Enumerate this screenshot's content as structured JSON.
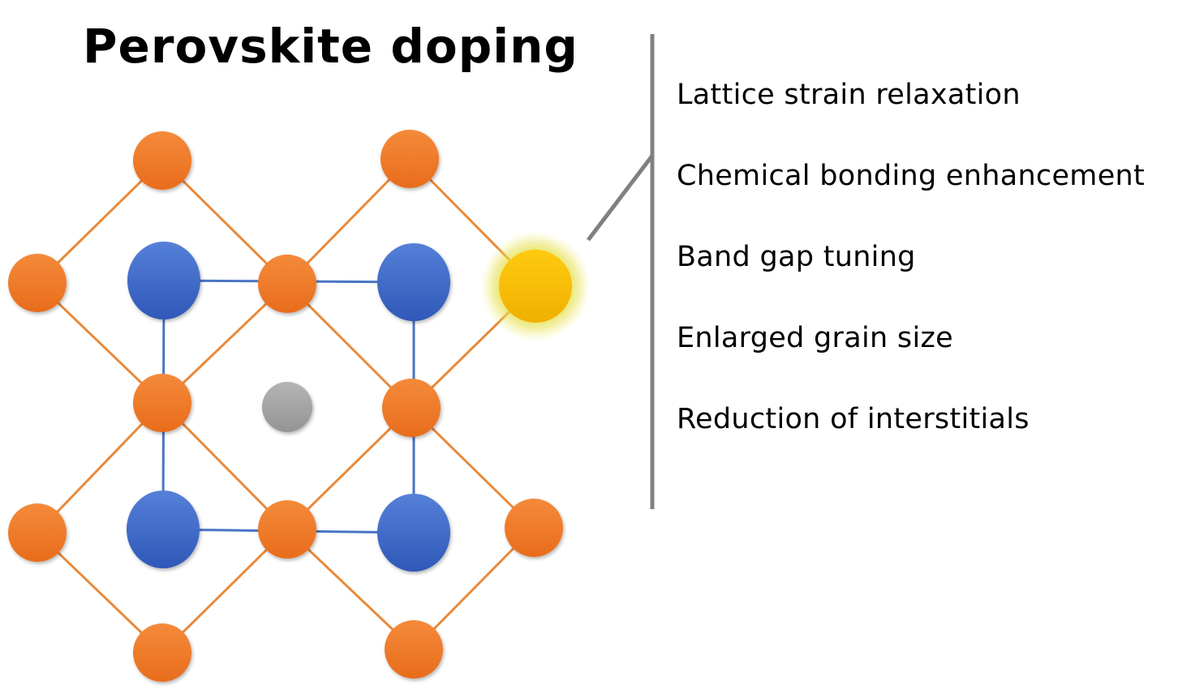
{
  "title": "Perovskite doping",
  "effects": [
    "Lattice strain relaxation",
    "Chemical bonding enhancement",
    "Band gap tuning",
    "Enlarged grain size",
    "Reduction of interstitials"
  ],
  "colors": {
    "x_site": "#f07f2c",
    "x_bond": "#e88a3c",
    "b_site": "#3c68c8",
    "b_bond": "#4a74c4",
    "a_site": "#a6a6a6",
    "dopant": "#ffc000",
    "dopant_glow": "#d8d820",
    "bracket": "#808080"
  }
}
